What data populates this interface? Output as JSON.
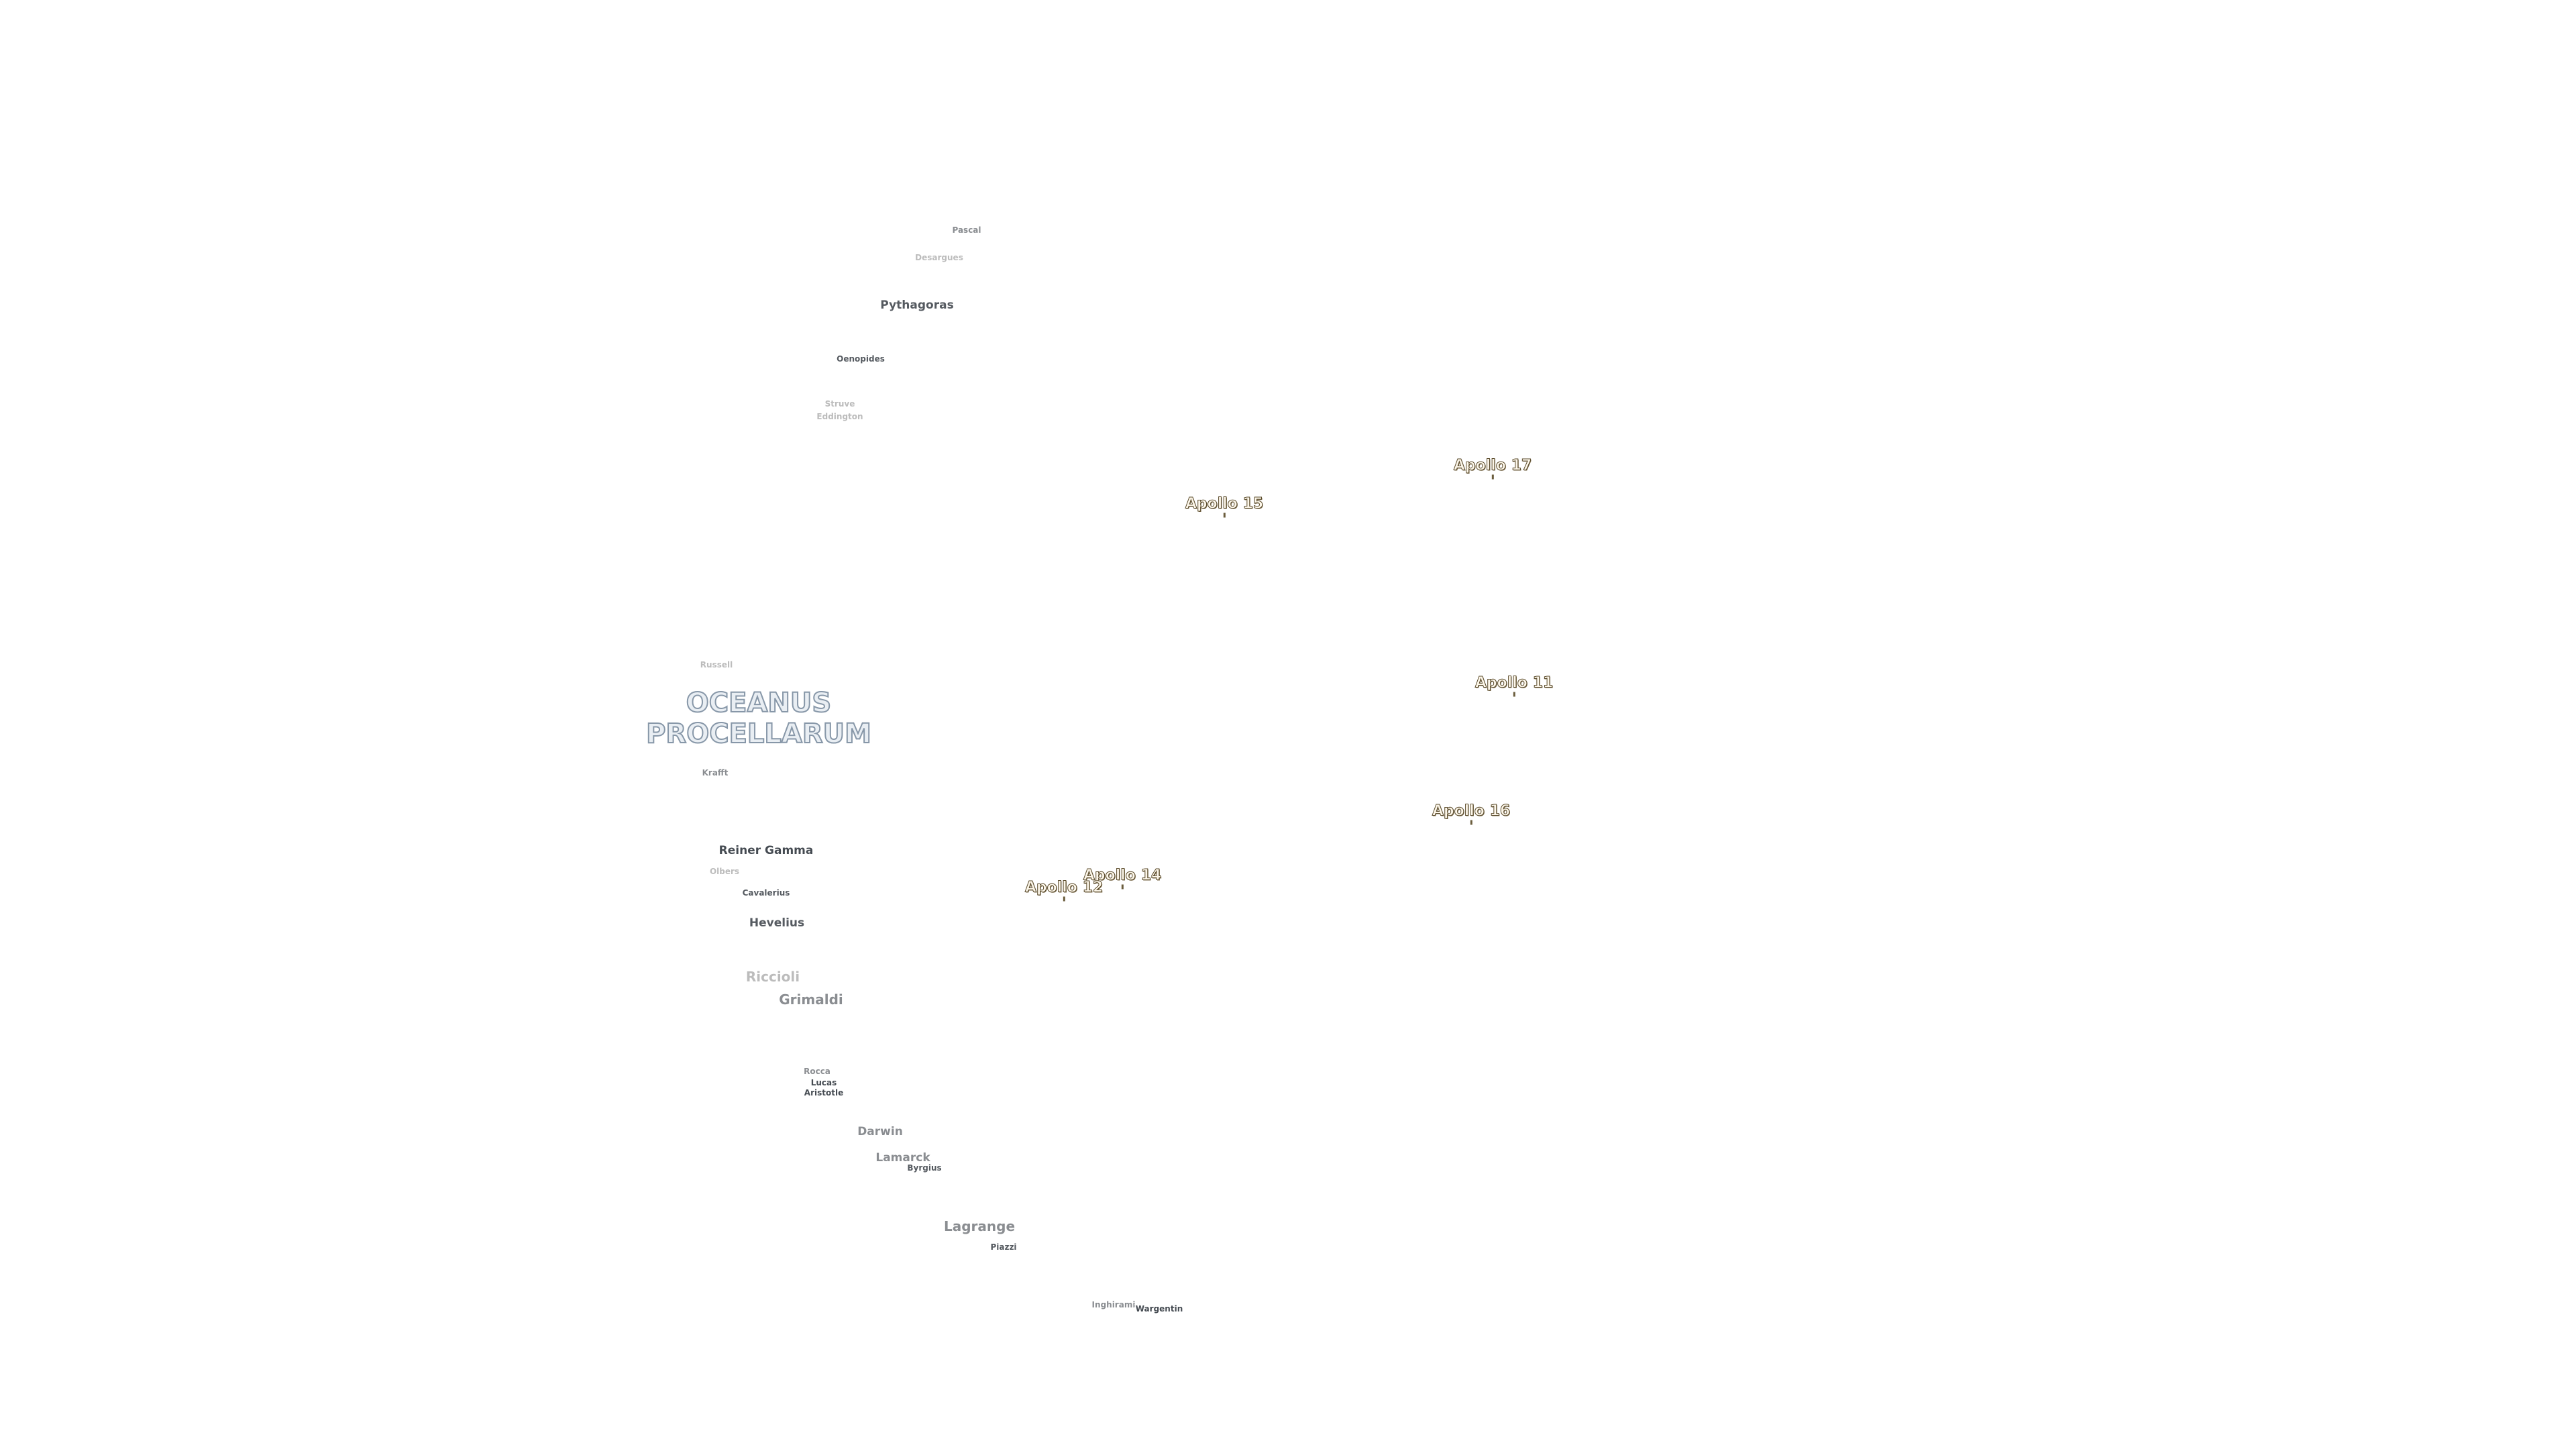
{
  "map": {
    "region": {
      "line1": "OCEANUS",
      "line2": "PROCELLARUM"
    },
    "craters": [
      {
        "id": "pascal",
        "name": "Pascal"
      },
      {
        "id": "desargues",
        "name": "Desargues"
      },
      {
        "id": "pythagoras",
        "name": "Pythagoras"
      },
      {
        "id": "oenopides",
        "name": "Oenopides"
      },
      {
        "id": "struve",
        "name": "Struve"
      },
      {
        "id": "eddington",
        "name": "Eddington"
      },
      {
        "id": "russell",
        "name": "Russell"
      },
      {
        "id": "krafft",
        "name": "Krafft"
      },
      {
        "id": "reiner-gamma",
        "name": "Reiner Gamma"
      },
      {
        "id": "olbers",
        "name": "Olbers"
      },
      {
        "id": "cavalerius",
        "name": "Cavalerius"
      },
      {
        "id": "hevelius",
        "name": "Hevelius"
      },
      {
        "id": "riccioli",
        "name": "Riccioli"
      },
      {
        "id": "grimaldi",
        "name": "Grimaldi"
      },
      {
        "id": "rocca",
        "name": "Rocca"
      },
      {
        "id": "lucas",
        "name": "Lucas"
      },
      {
        "id": "aristotle",
        "name": "Aristotle"
      },
      {
        "id": "darwin",
        "name": "Darwin"
      },
      {
        "id": "lamarck",
        "name": "Lamarck"
      },
      {
        "id": "byrgius",
        "name": "Byrgius"
      },
      {
        "id": "lagrange",
        "name": "Lagrange"
      },
      {
        "id": "piazzi",
        "name": "Piazzi"
      },
      {
        "id": "inghirami",
        "name": "Inghirami"
      },
      {
        "id": "wargentin",
        "name": "Wargentin"
      }
    ],
    "landing_sites": [
      {
        "id": "apollo-17",
        "name": "Apollo 17"
      },
      {
        "id": "apollo-15",
        "name": "Apollo 15"
      },
      {
        "id": "apollo-11",
        "name": "Apollo 11"
      },
      {
        "id": "apollo-16",
        "name": "Apollo 16"
      },
      {
        "id": "apollo-14",
        "name": "Apollo 14"
      },
      {
        "id": "apollo-12",
        "name": "Apollo 12"
      }
    ]
  }
}
